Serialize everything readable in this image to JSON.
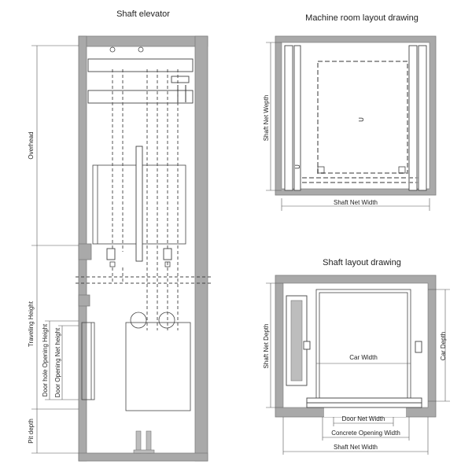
{
  "shaft_elevator": {
    "title": "Shaft elevator",
    "labels": {
      "overhead": "Overhead",
      "traveling_height": "Traveling Height",
      "pit_depth": "Pit depth",
      "door_hole_opening_height": "Door hole Opening Height",
      "door_opening_net_height": "Door Opening Net height"
    }
  },
  "machine_room": {
    "title": "Machine room layout drawing",
    "labels": {
      "shaft_net_depth": "Shaft Net Wepth",
      "shaft_net_width": "Shaft Net Width"
    },
    "marks": {
      "u_top": "U",
      "u_left": "U"
    }
  },
  "shaft_layout": {
    "title": "Shaft layout drawing",
    "labels": {
      "shaft_net_depth": "Shaft Net Depth",
      "car_depth": "Car Depth",
      "car_width": "Car Width",
      "door_net_width": "Door Net Width",
      "concrete_opening_width": "Concrete Opening Width",
      "shaft_net_width": "Shaft Net Width"
    }
  }
}
